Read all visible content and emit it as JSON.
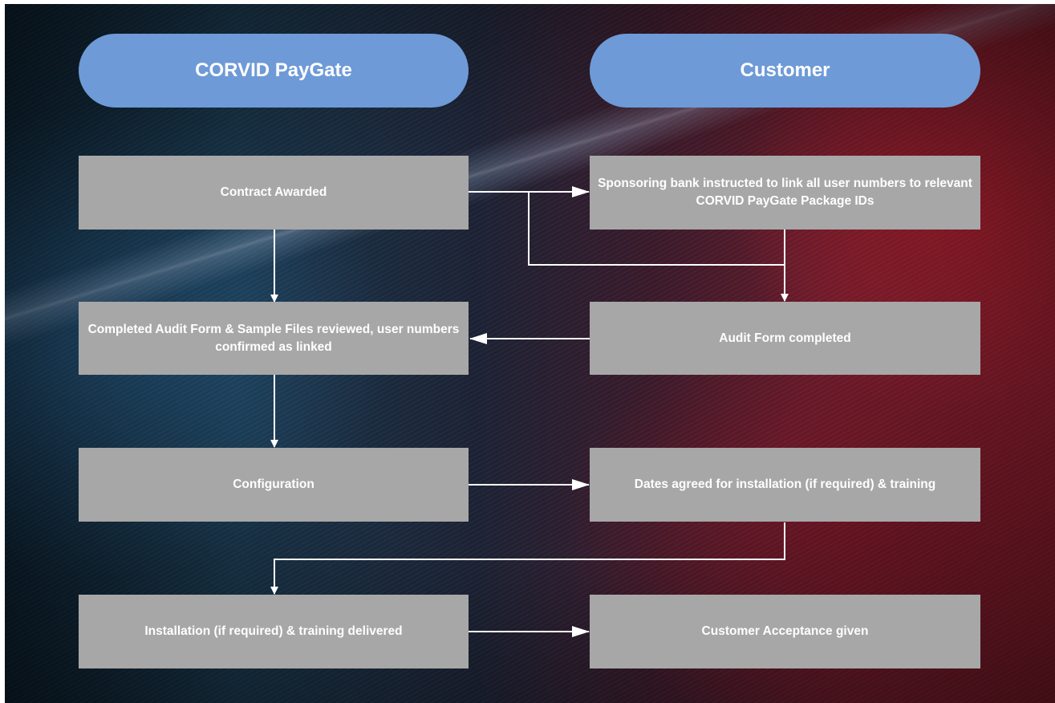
{
  "lanes": {
    "left": {
      "title": "CORVID PayGate"
    },
    "right": {
      "title": "Customer"
    }
  },
  "steps": {
    "contract_awarded": "Contract Awarded",
    "bank_instructed": "Sponsoring bank instructed to link all user numbers to relevant CORVID PayGate Package IDs",
    "audit_reviewed": "Completed Audit Form & Sample Files reviewed, user numbers confirmed as linked",
    "audit_completed": "Audit Form completed",
    "configuration": "Configuration",
    "dates_agreed": "Dates agreed for installation (if required) & training",
    "installation_delivered": "Installation (if required) & training delivered",
    "customer_acceptance": "Customer Acceptance given"
  },
  "colors": {
    "lane_header": "#6e9ad7",
    "step_box": "#a7a7a7",
    "connector": "#ffffff",
    "text": "#ffffff"
  }
}
